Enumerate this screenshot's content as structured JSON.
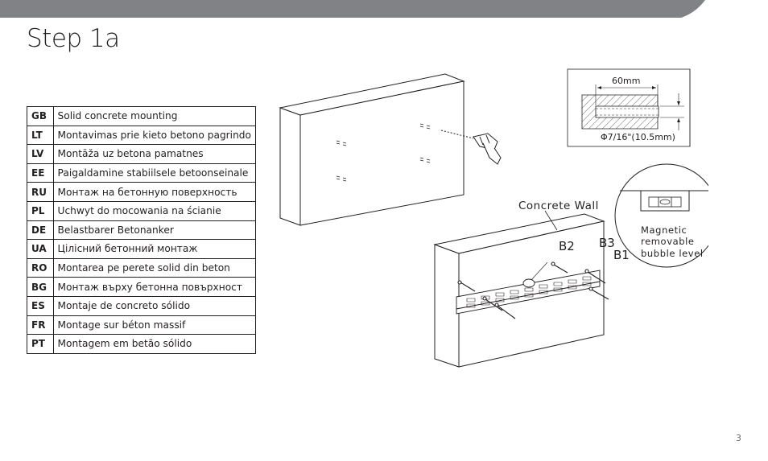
{
  "page": {
    "title": "Step 1a",
    "page_number": "3",
    "accent_color": "#808285"
  },
  "languages": [
    {
      "code": "GB",
      "text": "Solid concrete mounting"
    },
    {
      "code": "LT",
      "text": "Montavimas prie kieto betono pagrindo"
    },
    {
      "code": "LV",
      "text": "Montāža uz betona pamatnes"
    },
    {
      "code": "EE",
      "text": "Paigaldamine stabiilsele betoonseinale"
    },
    {
      "code": "RU",
      "text": "Монтаж на бетонную поверхность"
    },
    {
      "code": "PL",
      "text": "Uchwyt do mocowania na ścianie"
    },
    {
      "code": "DE",
      "text": "Belastbarer Betonanker"
    },
    {
      "code": "UA",
      "text": "Цілісний бетонний монтаж"
    },
    {
      "code": "RO",
      "text": "Montarea pe perete solid din beton"
    },
    {
      "code": "BG",
      "text": "Монтаж върху бетонна повърхност"
    },
    {
      "code": "ES",
      "text": "Montaje de concreto sólido"
    },
    {
      "code": "FR",
      "text": "Montage sur béton massif"
    },
    {
      "code": "PT",
      "text": "Montagem em betão sólido"
    }
  ],
  "illustration": {
    "depth_label": "60mm",
    "diameter_label": "Φ7/16\"(10.5mm)",
    "wall_label": "Concrete Wall",
    "level_label_1": "Magnetic",
    "level_label_2": "removable",
    "level_label_3": "bubble level",
    "anchor_labels": {
      "b1": "B1",
      "b2": "B2",
      "b3": "B3"
    }
  }
}
